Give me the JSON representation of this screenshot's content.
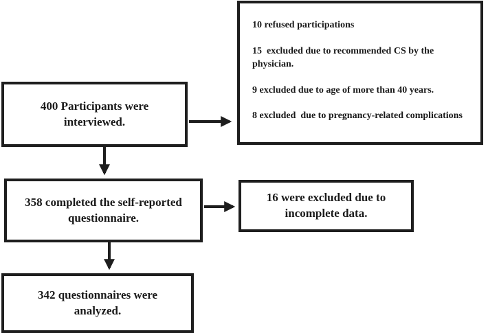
{
  "flow": {
    "interviewed": "400 Participants were\ninterviewed.",
    "completed": "358 completed the self-reported\nquestionnaire.",
    "analyzed": "342 questionnaires were\nanalyzed.",
    "excluded_incomplete": "16 were excluded due to\nincomplete data."
  },
  "exclusions": {
    "items": [
      {
        "text": "10 refused participations"
      },
      {
        "text": "15  excluded due to recommended CS by the physician."
      },
      {
        "text": "9 excluded due to age of more than 40 years."
      },
      {
        "text": "8 excluded  due to pregnancy-related complications"
      }
    ]
  },
  "colors": {
    "border": "#1e1e1e",
    "text": "#1a1a1a",
    "background": "#ffffff"
  }
}
